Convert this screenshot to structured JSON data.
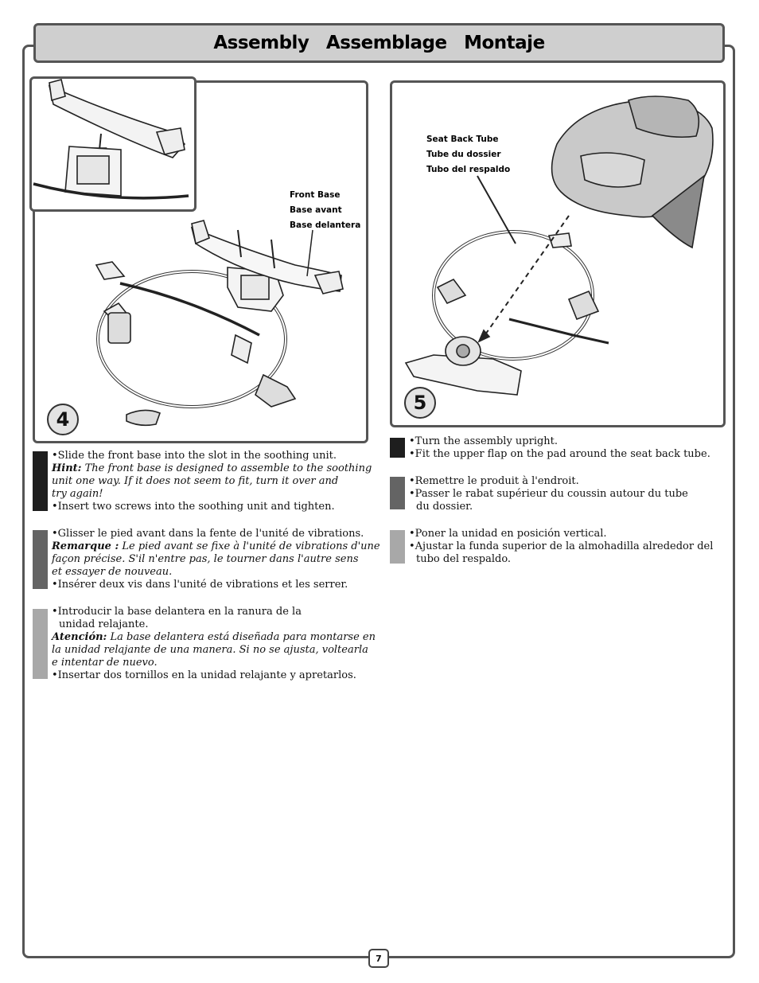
{
  "header": {
    "title": "Assembly   Assemblage   Montaje"
  },
  "step4": {
    "number": "4",
    "callout": [
      "Front Base",
      "Base avant",
      "Base delantera"
    ],
    "english": {
      "line1": "•Slide the front base into the slot in the soothing unit.",
      "hint_label": "Hint:",
      "hint_line1": " The front base is designed to assemble to the soothing",
      "hint_line2": "unit one way. If it does not seem to fit, turn it over and",
      "hint_line3": "try again!",
      "line2": "•Insert two screws into the soothing unit and tighten."
    },
    "french": {
      "line1": "•Glisser le pied avant dans la fente de l'unité de vibrations.",
      "hint_label": "Remarque :",
      "hint_line1": " Le pied avant se fixe à l'unité de vibrations d'une",
      "hint_line2": "façon précise. S'il n'entre pas, le tourner dans l'autre sens",
      "hint_line3": "et essayer de nouveau.",
      "line2": "•Insérer deux vis dans l'unité de vibrations et les serrer."
    },
    "spanish": {
      "line1a": "•Introducir la base delantera en la ranura de la",
      "line1b": "unidad relajante.",
      "hint_label": "Atención:",
      "hint_line1": " La base delantera está diseñada para montarse en",
      "hint_line2": "la unidad relajante de una manera. Si no se ajusta, voltearla",
      "hint_line3": "e intentar de nuevo.",
      "line2": "•Insertar dos tornillos en la unidad relajante y apretarlos."
    }
  },
  "step5": {
    "number": "5",
    "callout": [
      "Seat Back Tube",
      "Tube du dossier",
      "Tubo del respaldo"
    ],
    "english": {
      "line1": "•Turn the assembly upright.",
      "line2": "•Fit the upper flap on the pad around the seat back tube."
    },
    "french": {
      "line1": "•Remettre le produit à l'endroit.",
      "line2a": "•Passer le rabat supérieur du coussin autour du tube",
      "line2b": "du dossier."
    },
    "spanish": {
      "line1": "•Poner la unidad en posición vertical.",
      "line2a": "•Ajustar la funda superior de la almohadilla alrededor del",
      "line2b": "tubo del respaldo."
    }
  },
  "language_colors": {
    "english": "#1e1e1e",
    "french": "#646464",
    "spanish": "#a8a8a8"
  },
  "footer": {
    "page_number": "7"
  }
}
